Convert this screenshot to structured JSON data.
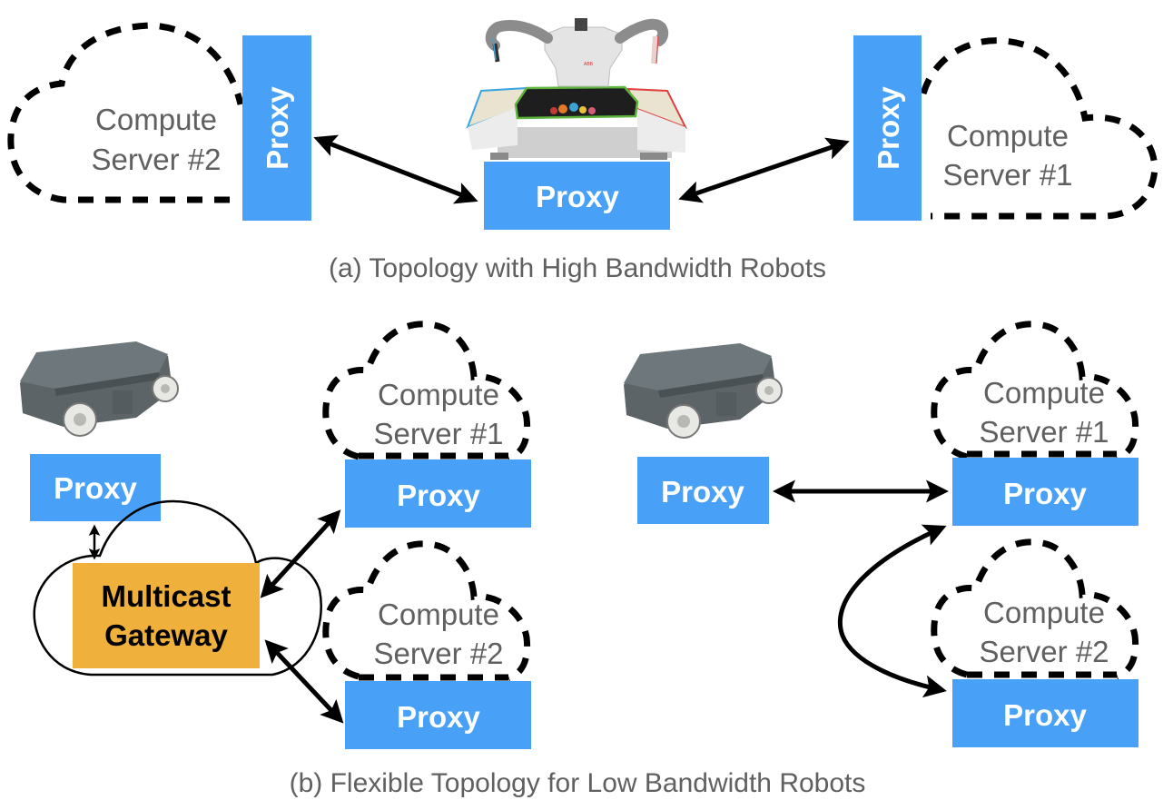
{
  "figure": {
    "panel_a": {
      "caption": "(a) Topology with High Bandwidth Robots",
      "robot": {
        "name": "dual-arm-robot",
        "proxy_label": "Proxy"
      },
      "servers": [
        {
          "label_line1": "Compute",
          "label_line2": "Server #2",
          "proxy_label": "Proxy"
        },
        {
          "label_line1": "Compute",
          "label_line2": "Server #1",
          "proxy_label": "Proxy"
        }
      ]
    },
    "panel_b": {
      "caption": "(b) Flexible Topology for Low Bandwidth Robots",
      "left": {
        "robot": {
          "name": "mobile-robot",
          "proxy_label": "Proxy"
        },
        "gateway_line1": "Multicast",
        "gateway_line2": "Gateway",
        "servers": [
          {
            "label_line1": "Compute",
            "label_line2": "Server #1",
            "proxy_label": "Proxy"
          },
          {
            "label_line1": "Compute",
            "label_line2": "Server #2",
            "proxy_label": "Proxy"
          }
        ]
      },
      "right": {
        "robot": {
          "name": "mobile-robot",
          "proxy_label": "Proxy"
        },
        "servers": [
          {
            "label_line1": "Compute",
            "label_line2": "Server #1",
            "proxy_label": "Proxy"
          },
          {
            "label_line1": "Compute",
            "label_line2": "Server #2",
            "proxy_label": "Proxy"
          }
        ]
      }
    },
    "colors": {
      "proxy": "#48a1f6",
      "gateway": "#f0b03c",
      "server_text": "#606060",
      "caption_text": "#606060"
    }
  }
}
